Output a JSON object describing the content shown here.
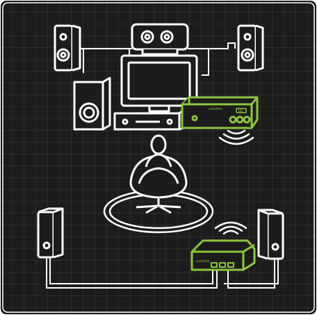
{
  "diagram": {
    "colors": {
      "background": "#1c1c1c",
      "grid": "#3a3a3a",
      "line": "#ffffff",
      "accent": "#8cc63f"
    },
    "devices": {
      "transmitter_brand": "rocketfish",
      "transmitter_badge": "HD",
      "receiver_brand": "rocketfish"
    },
    "icons": [
      "front-left-speaker-icon",
      "center-speaker-icon",
      "front-right-speaker-icon",
      "subwoofer-icon",
      "television-icon",
      "av-receiver-icon",
      "wireless-transmitter-icon",
      "wireless-signal-icon",
      "listener-icon",
      "chair-icon",
      "floor-rug-icon",
      "rear-left-speaker-icon",
      "rear-right-speaker-icon",
      "wireless-receiver-icon"
    ]
  }
}
